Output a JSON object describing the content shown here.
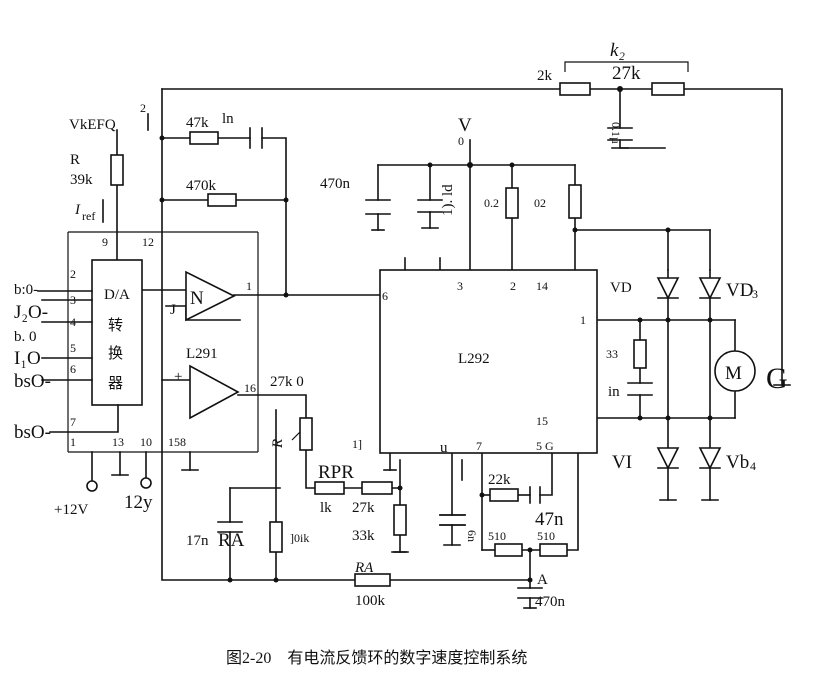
{
  "caption": "图2-20　有电流反馈环的数字速度控制系统",
  "top_labels": {
    "k2": "k₂",
    "r2k": "2k",
    "r27k_top": "27k",
    "cap_top": "0.1µ",
    "vkefq": "VkEFQ",
    "r_label": "R",
    "r39k": "39k",
    "iref": "I",
    "iref_sub": "ref",
    "two_mark": "2",
    "r47k": "47k",
    "ln": "ln",
    "r470k": "470k",
    "c470n_left": "470n",
    "v_label": "V",
    "v_sub": "0",
    "c_1ld": "1). ld",
    "r02a": "0.2",
    "r02b": "02"
  },
  "da_converter": {
    "title": "D/A",
    "chars": [
      "转",
      "换",
      "器"
    ],
    "pin9": "9",
    "pin12": "12",
    "pin2": "2",
    "pin3": "3",
    "pin4": "4",
    "pin5": "5",
    "pin6": "6",
    "pin7": "7",
    "pin1": "1",
    "pin13": "13",
    "pin10": "10",
    "pin158": "158"
  },
  "inputs": [
    "b:0-",
    "J₂O-",
    "b. 0",
    "I₁O",
    "bsO-",
    "bsO-"
  ],
  "opamps": {
    "upper": "N",
    "upper_pin1": "1",
    "upper_j": "J",
    "lower_label": "L291",
    "lower_pin": "16",
    "plus": "+"
  },
  "power": {
    "plus12": "+12V",
    "minus12": "12y"
  },
  "mid_labels": {
    "r27k0": "27k 0",
    "rp": "R",
    "rp_sub": "p",
    "rpr": "RPR",
    "lk": "lk",
    "r27k_mid": "27k",
    "r33k": "33k",
    "c17n": "17n",
    "ra": "RA",
    "r0ik": "]0ik",
    "ra_bottom": "RA",
    "r100k": "100k",
    "u_label": "u",
    "pin11": "1]",
    "pin7": "7",
    "pin5g": "5 G",
    "c6n": "6n",
    "r22k": "22k",
    "c47n": "47n",
    "r510a": "510",
    "r510b": "510",
    "a_label": "A",
    "c470n_bottom": "470n"
  },
  "l292": {
    "title": "L292",
    "pin6": "6",
    "pin3": "3",
    "pin2": "2",
    "pin14": "14",
    "pin1": "1",
    "pin15": "15"
  },
  "bridge": {
    "vd": "VD",
    "vd3": "VD",
    "vd3_sub": "3",
    "vi": "VI",
    "vb4": "Vb",
    "vb4_sub": "4",
    "r33": "33",
    "cin": "in",
    "motor": "M",
    "tach": "G"
  }
}
